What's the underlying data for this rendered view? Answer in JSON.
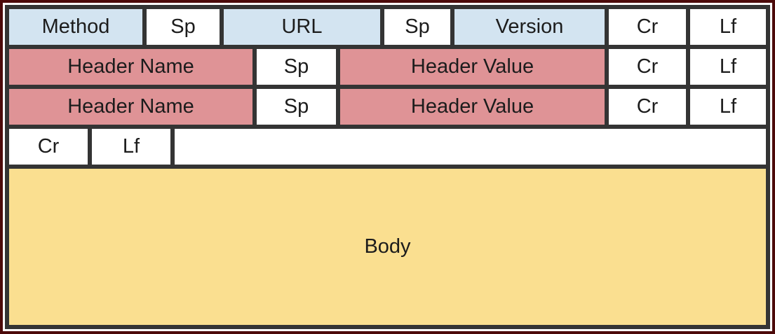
{
  "colors": {
    "frame": "#4c0a0a",
    "grid": "#343434",
    "request_line": "#d3e4f1",
    "header": "#df9396",
    "token": "#ffffff",
    "body": "#fadf90",
    "text": "#1c1c1c"
  },
  "diagram": {
    "request_line": {
      "method": "Method",
      "sp1": "Sp",
      "url": "URL",
      "sp2": "Sp",
      "version": "Version",
      "cr": "Cr",
      "lf": "Lf"
    },
    "header_line_1": {
      "name": "Header Name",
      "sp": "Sp",
      "value": "Header Value",
      "cr": "Cr",
      "lf": "Lf"
    },
    "header_line_2": {
      "name": "Header Name",
      "sp": "Sp",
      "value": "Header Value",
      "cr": "Cr",
      "lf": "Lf"
    },
    "blank_line": {
      "cr": "Cr",
      "lf": "Lf",
      "filler": ""
    },
    "body": {
      "label": "Body"
    }
  }
}
